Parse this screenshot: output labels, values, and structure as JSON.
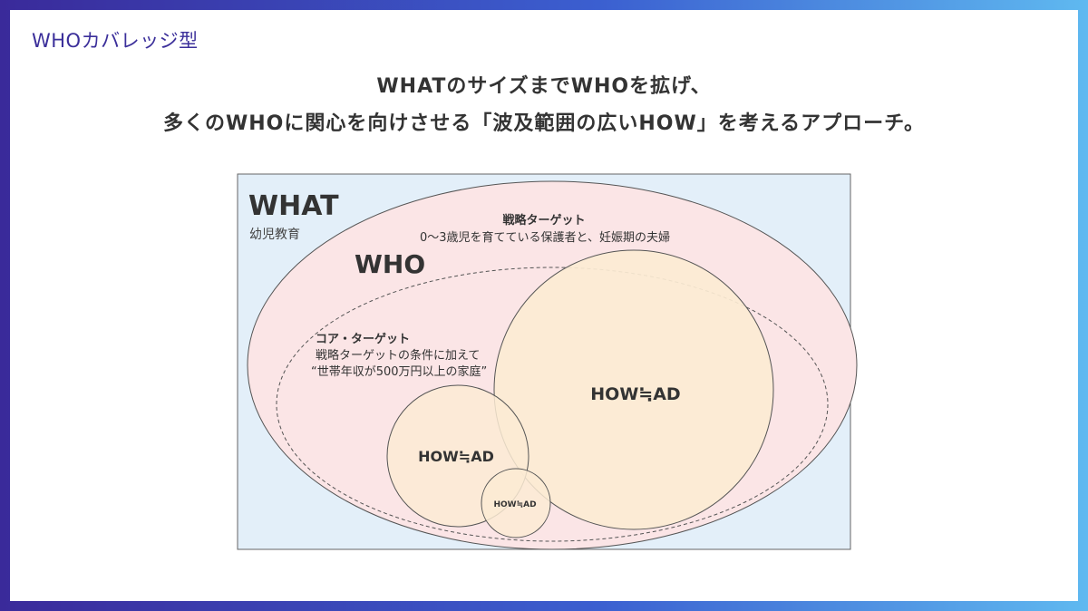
{
  "slide": {
    "title": "WHOカバレッジ型",
    "headline_line1": "WHATのサイズまでWHOを拡げ、",
    "headline_line2": "多くのWHOに関心を向けさせる「波及範囲の広いHOW」を考えるアプローチ。"
  },
  "diagram": {
    "what": {
      "label": "WHAT",
      "sublabel": "幼児教育"
    },
    "who": {
      "label": "WHO"
    },
    "strategic_target": {
      "title": "戦略ターゲット",
      "description": "0〜3歳児を育てている保護者と、妊娠期の夫婦"
    },
    "core_target": {
      "title": "コア・ターゲット",
      "line1": "戦略ターゲットの条件に加えて",
      "line2": "“世帯年収が500万円以上の家庭”"
    },
    "how_large": {
      "label": "HOW≒AD"
    },
    "how_medium": {
      "label": "HOW≒AD"
    },
    "how_small": {
      "label": "HOW≒AD"
    },
    "colors": {
      "what_fill": "#e3eff9",
      "who_fill": "#fbe5e6",
      "how_fill": "#fcebd4",
      "stroke": "#555555",
      "title_accent": "#3b2f9a"
    }
  }
}
